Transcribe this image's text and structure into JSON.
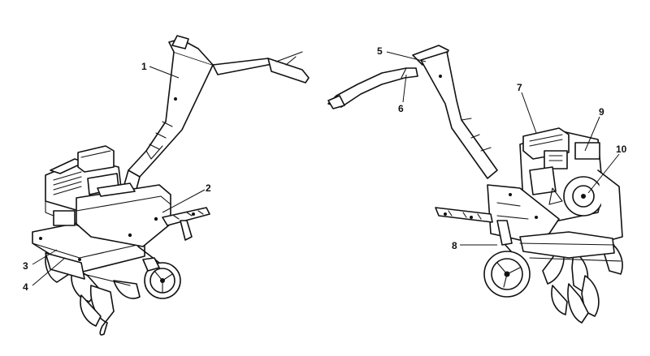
{
  "callouts": [
    {
      "id": "c1",
      "label": "1"
    },
    {
      "id": "c2",
      "label": "2"
    },
    {
      "id": "c3",
      "label": "3"
    },
    {
      "id": "c4",
      "label": "4"
    },
    {
      "id": "c5",
      "label": "5"
    },
    {
      "id": "c6",
      "label": "6"
    },
    {
      "id": "c7",
      "label": "7"
    },
    {
      "id": "c8",
      "label": "8"
    },
    {
      "id": "c9",
      "label": "9"
    },
    {
      "id": "c10",
      "label": "10"
    }
  ],
  "views": [
    "front-left-view",
    "rear-right-view"
  ]
}
